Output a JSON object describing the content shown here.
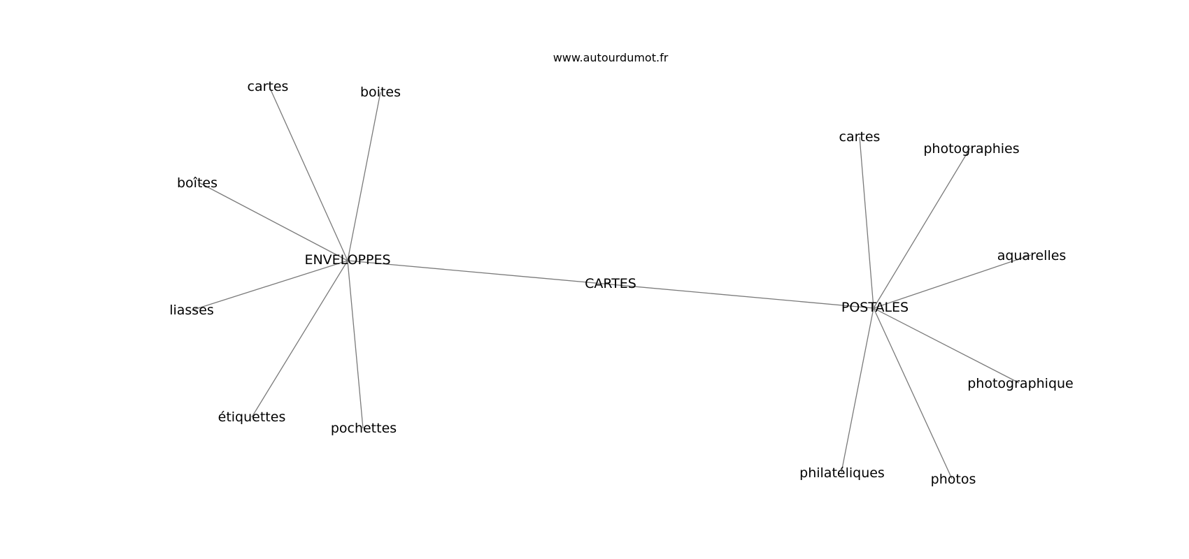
{
  "watermark": "www.autourdumot.fr",
  "graph": {
    "center": "CARTES",
    "hubs": [
      {
        "id": "enveloppes",
        "label": "ENVELOPPES",
        "leaves": [
          "cartes",
          "boites",
          "boîtes",
          "liasses",
          "étiquettes",
          "pochettes"
        ]
      },
      {
        "id": "postales",
        "label": "POSTALES",
        "leaves": [
          "cartes",
          "photographies",
          "aquarelles",
          "photographique",
          "philatéliques",
          "photos"
        ]
      }
    ]
  }
}
